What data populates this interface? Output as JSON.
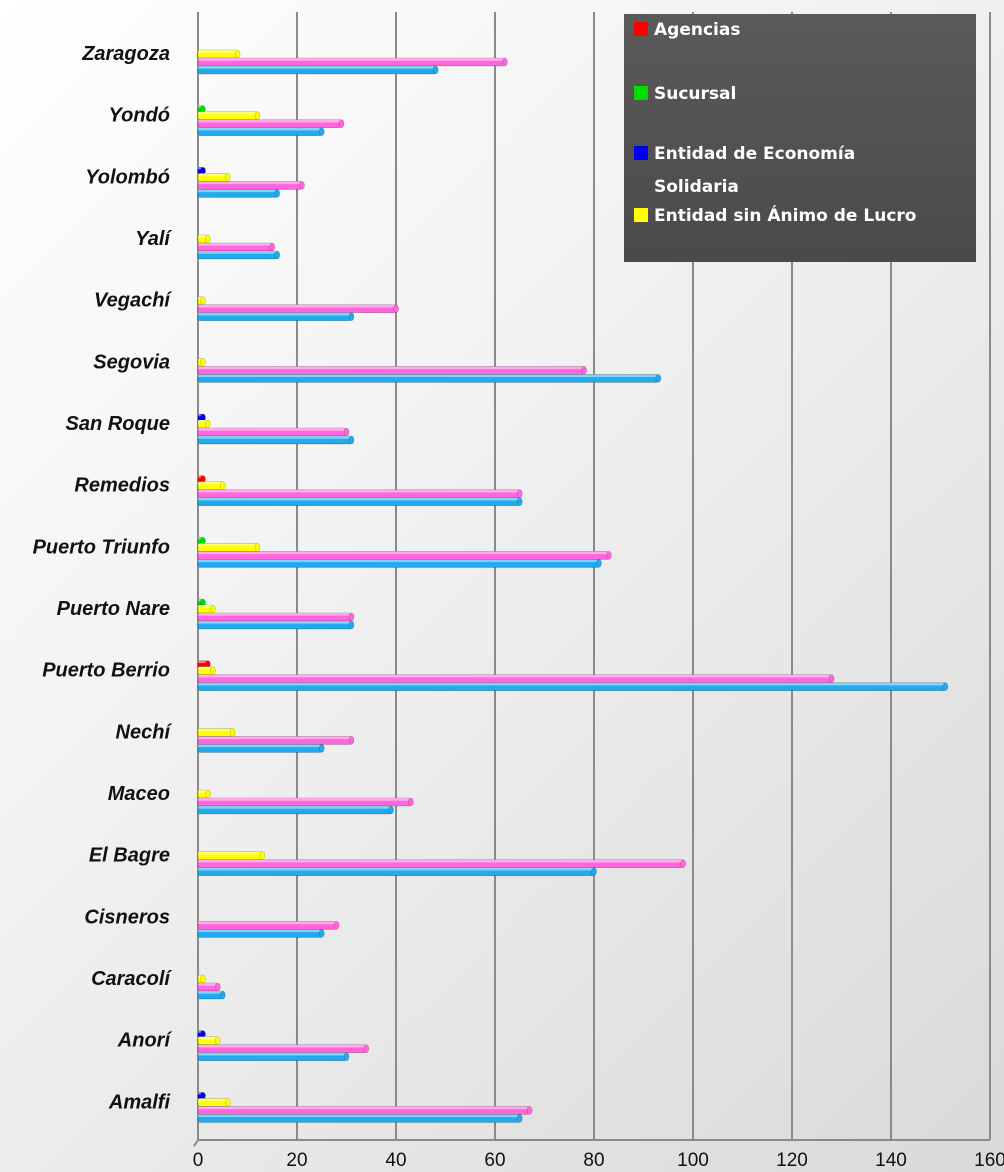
{
  "chart_data": {
    "type": "bar",
    "orientation": "horizontal",
    "categories": [
      "Zaragoza",
      "Yondó",
      "Yolombó",
      "Yalí",
      "Vegachí",
      "Segovia",
      "San Roque",
      "Remedios",
      "Puerto Triunfo",
      "Puerto Nare",
      "Puerto Berrio",
      "Nechí",
      "Maceo",
      "El Bagre",
      "Cisneros",
      "Caracolí",
      "Anorí",
      "Amalfi"
    ],
    "series": [
      {
        "name": "Agencias",
        "color": "#ff0000",
        "values": [
          0,
          0,
          1,
          0,
          0,
          0,
          0,
          1,
          0,
          0,
          2,
          0,
          0,
          0,
          0,
          0,
          0,
          0
        ]
      },
      {
        "name": "Sucursal",
        "color": "#00dd00",
        "values": [
          0,
          1,
          0,
          0,
          0,
          0,
          0,
          0,
          1,
          1,
          0,
          0,
          0,
          0,
          0,
          0,
          0,
          0
        ]
      },
      {
        "name": "Entidad de Economía Solidaria",
        "color": "#0000ee",
        "values": [
          0,
          0,
          1,
          0,
          0,
          0,
          1,
          0,
          0,
          0,
          0,
          0,
          0,
          0,
          0,
          0,
          1,
          1
        ]
      },
      {
        "name": "Entidad sin Ánimo de Lucro",
        "color": "#ffff00",
        "values": [
          8,
          12,
          6,
          2,
          1,
          1,
          2,
          5,
          12,
          3,
          3,
          7,
          2,
          13,
          0,
          1,
          4,
          6
        ]
      },
      {
        "name": "",
        "color": "#ff66dd",
        "values": [
          62,
          29,
          21,
          15,
          40,
          78,
          30,
          65,
          83,
          31,
          128,
          31,
          43,
          98,
          28,
          4,
          34,
          67
        ]
      },
      {
        "name": "",
        "color": "#22aaee",
        "values": [
          48,
          25,
          16,
          16,
          31,
          93,
          31,
          65,
          81,
          31,
          151,
          25,
          39,
          80,
          25,
          5,
          30,
          65
        ]
      }
    ],
    "legend_entries": [
      "Agencias",
      "Sucursal",
      "Entidad de Economía",
      "Solidaria",
      "Entidad sin Ánimo de Lucro"
    ],
    "xlim": [
      0,
      160
    ],
    "x_ticks": [
      "0",
      "20",
      "40",
      "60",
      "80",
      "100",
      "120",
      "140",
      "160"
    ],
    "grid": true,
    "legend_position": "top-right"
  }
}
